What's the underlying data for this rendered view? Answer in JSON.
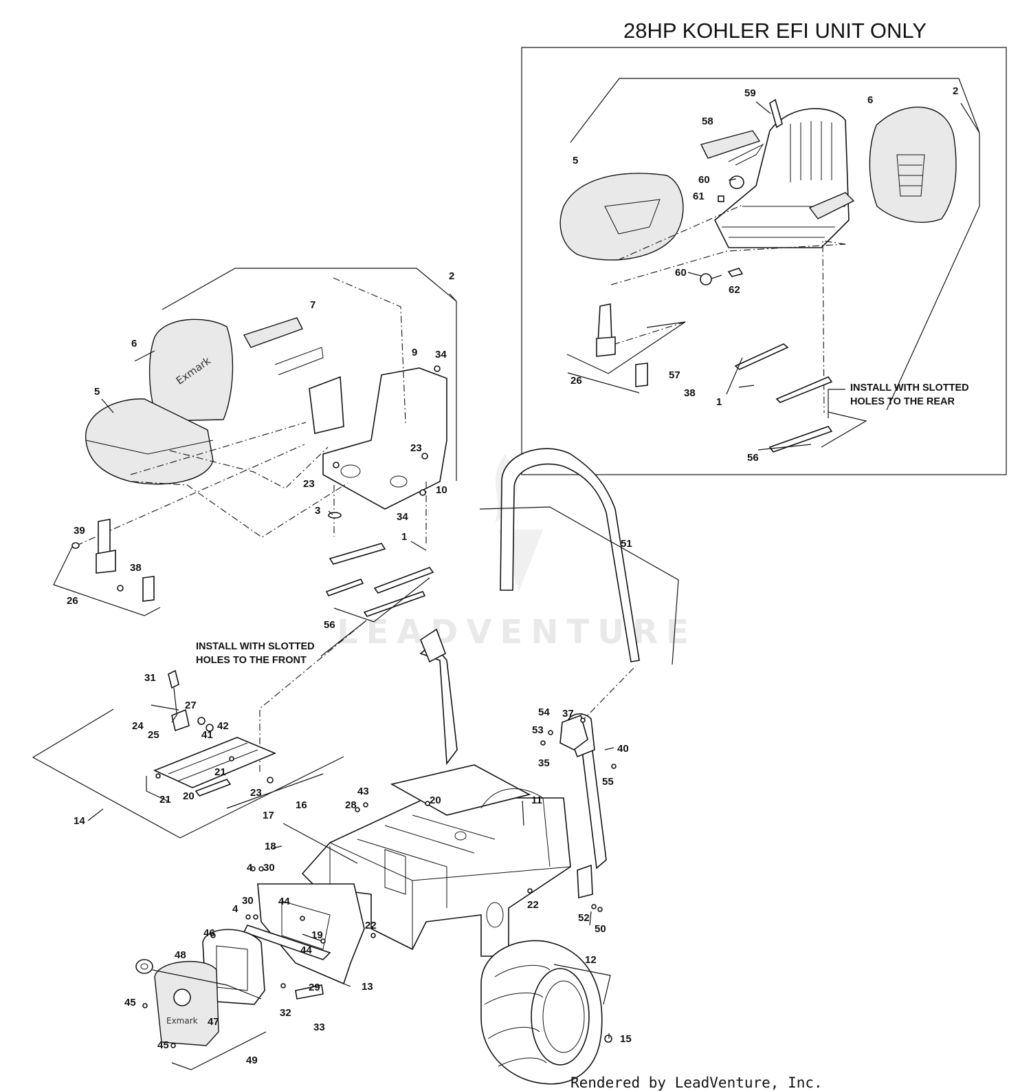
{
  "title": "28HP KOHLER EFI UNIT ONLY",
  "notes": {
    "rear": [
      "INSTALL WITH SLOTTED",
      "HOLES TO THE REAR"
    ],
    "front": [
      "INSTALL WITH SLOTTED",
      "HOLES TO THE FRONT"
    ]
  },
  "watermark": "LEADVENTURE",
  "credit": "Rendered by LeadVenture, Inc.",
  "callouts": [
    {
      "id": "c-2-inset",
      "text": "2"
    },
    {
      "id": "c-6-inset",
      "text": "6"
    },
    {
      "id": "c-59",
      "text": "59"
    },
    {
      "id": "c-58",
      "text": "58"
    },
    {
      "id": "c-5-inset",
      "text": "5"
    },
    {
      "id": "c-60a",
      "text": "60"
    },
    {
      "id": "c-61",
      "text": "61"
    },
    {
      "id": "c-60b",
      "text": "60"
    },
    {
      "id": "c-62",
      "text": "62"
    },
    {
      "id": "c-26-inset",
      "text": "26"
    },
    {
      "id": "c-57",
      "text": "57"
    },
    {
      "id": "c-38-inset",
      "text": "38"
    },
    {
      "id": "c-1-inset",
      "text": "1"
    },
    {
      "id": "c-56-inset",
      "text": "56"
    },
    {
      "id": "c-2",
      "text": "2"
    },
    {
      "id": "c-7",
      "text": "7"
    },
    {
      "id": "c-6",
      "text": "6"
    },
    {
      "id": "c-9",
      "text": "9"
    },
    {
      "id": "c-34a",
      "text": "34"
    },
    {
      "id": "c-5",
      "text": "5"
    },
    {
      "id": "c-23a",
      "text": "23"
    },
    {
      "id": "c-23b",
      "text": "23"
    },
    {
      "id": "c-10",
      "text": "10"
    },
    {
      "id": "c-3",
      "text": "3"
    },
    {
      "id": "c-34b",
      "text": "34"
    },
    {
      "id": "c-1",
      "text": "1"
    },
    {
      "id": "c-39",
      "text": "39"
    },
    {
      "id": "c-38",
      "text": "38"
    },
    {
      "id": "c-26",
      "text": "26"
    },
    {
      "id": "c-56",
      "text": "56"
    },
    {
      "id": "c-51",
      "text": "51"
    },
    {
      "id": "c-31",
      "text": "31"
    },
    {
      "id": "c-27",
      "text": "27"
    },
    {
      "id": "c-24",
      "text": "24"
    },
    {
      "id": "c-25",
      "text": "25"
    },
    {
      "id": "c-41",
      "text": "41"
    },
    {
      "id": "c-42",
      "text": "42"
    },
    {
      "id": "c-21a",
      "text": "21"
    },
    {
      "id": "c-21b",
      "text": "21"
    },
    {
      "id": "c-20a",
      "text": "20"
    },
    {
      "id": "c-23c",
      "text": "23"
    },
    {
      "id": "c-16",
      "text": "16"
    },
    {
      "id": "c-17",
      "text": "17"
    },
    {
      "id": "c-14",
      "text": "14"
    },
    {
      "id": "c-43",
      "text": "43"
    },
    {
      "id": "c-28",
      "text": "28"
    },
    {
      "id": "c-20b",
      "text": "20"
    },
    {
      "id": "c-11",
      "text": "11"
    },
    {
      "id": "c-18",
      "text": "18"
    },
    {
      "id": "c-54",
      "text": "54"
    },
    {
      "id": "c-37",
      "text": "37"
    },
    {
      "id": "c-53",
      "text": "53"
    },
    {
      "id": "c-40",
      "text": "40"
    },
    {
      "id": "c-35",
      "text": "35"
    },
    {
      "id": "c-55",
      "text": "55"
    },
    {
      "id": "c-4a",
      "text": "4"
    },
    {
      "id": "c-30a",
      "text": "30"
    },
    {
      "id": "c-4b",
      "text": "4"
    },
    {
      "id": "c-30b",
      "text": "30"
    },
    {
      "id": "c-44a",
      "text": "44"
    },
    {
      "id": "c-22a",
      "text": "22"
    },
    {
      "id": "c-22b",
      "text": "22"
    },
    {
      "id": "c-52",
      "text": "52"
    },
    {
      "id": "c-50",
      "text": "50"
    },
    {
      "id": "c-46",
      "text": "46"
    },
    {
      "id": "c-19",
      "text": "19"
    },
    {
      "id": "c-44b",
      "text": "44"
    },
    {
      "id": "c-48",
      "text": "48"
    },
    {
      "id": "c-12",
      "text": "12"
    },
    {
      "id": "c-29",
      "text": "29"
    },
    {
      "id": "c-13",
      "text": "13"
    },
    {
      "id": "c-45a",
      "text": "45"
    },
    {
      "id": "c-32",
      "text": "32"
    },
    {
      "id": "c-47",
      "text": "47"
    },
    {
      "id": "c-33",
      "text": "33"
    },
    {
      "id": "c-45b",
      "text": "45"
    },
    {
      "id": "c-49",
      "text": "49"
    },
    {
      "id": "c-15",
      "text": "15"
    }
  ]
}
